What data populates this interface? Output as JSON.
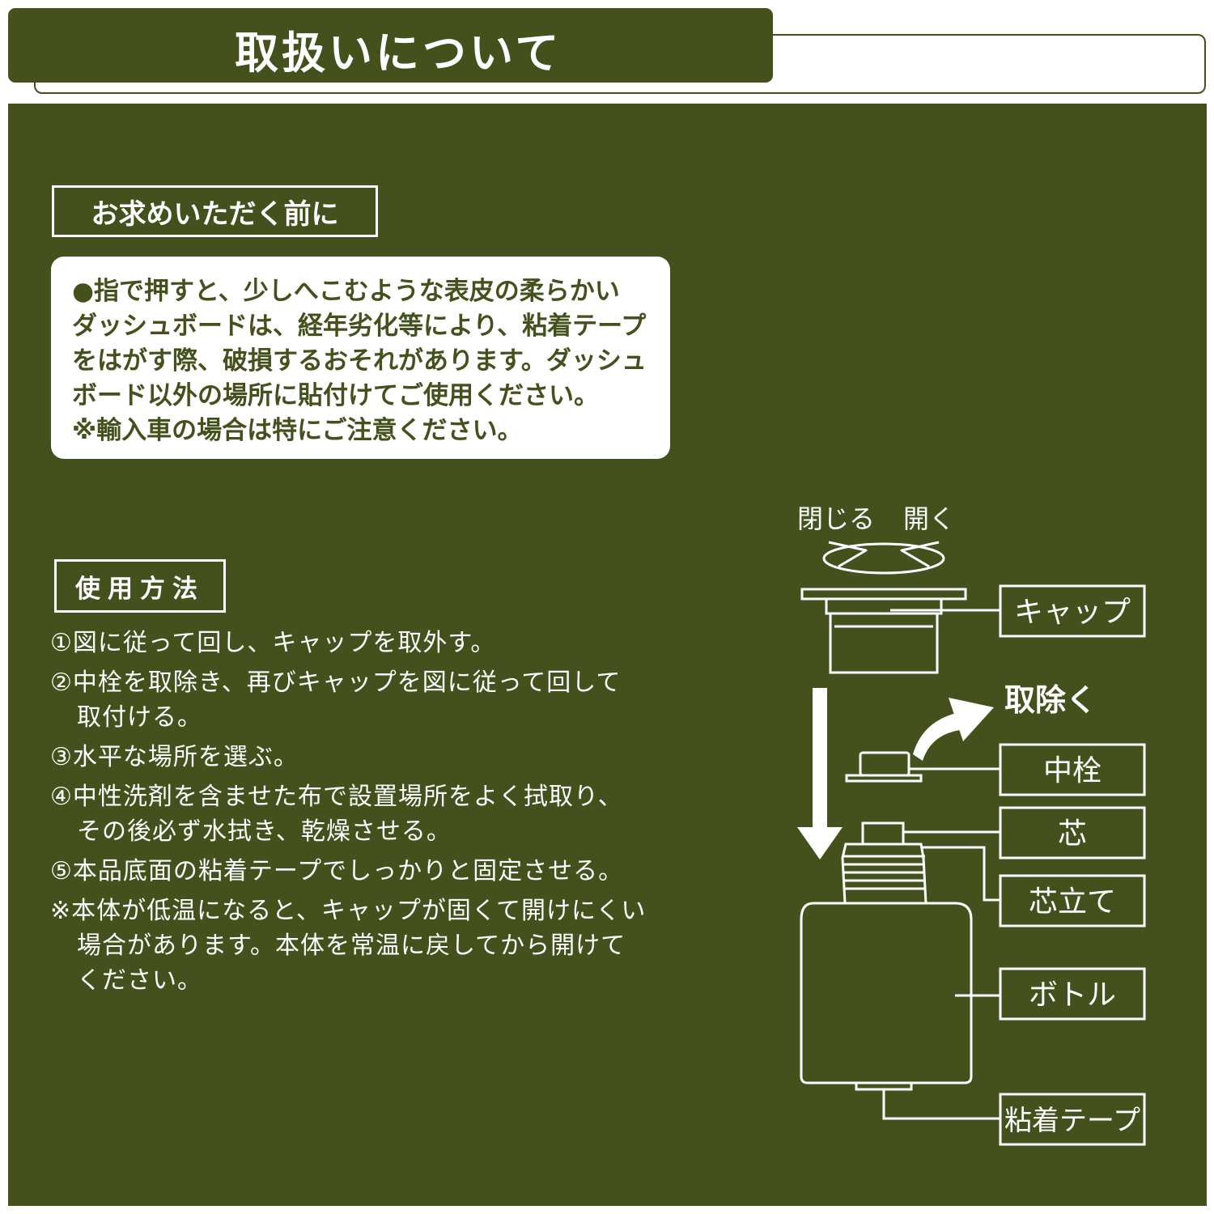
{
  "header": {
    "title": "取扱いについて"
  },
  "before_purchase": {
    "heading": "お求めいただく前に",
    "lines": [
      "●指で押すと、少しへこむような表皮の柔らかい",
      "ダッシュボードは、経年劣化等により、粘着テープ",
      "をはがす際、破損するおそれがあります。ダッシュ",
      "ボード以外の場所に貼付けてご使用ください。",
      "※輸入車の場合は特にご注意ください。"
    ]
  },
  "usage": {
    "heading": "使用方法",
    "steps": [
      "①図に従って回し、キャップを取外す。",
      "②中栓を取除き、再びキャップを図に従って回して\n取付ける。",
      "③水平な場所を選ぶ。",
      "④中性洗剤を含ませた布で設置場所をよく拭取り、\nその後必ず水拭き、乾燥させる。",
      "⑤本品底面の粘着テープでしっかりと固定させる。",
      "※本体が低温になると、キャップが固くて開けにくい\n場合があります。本体を常温に戻してから開けて\nください。"
    ]
  },
  "diagram": {
    "close_label": "閉じる",
    "open_label": "開く",
    "remove_label": "取除く",
    "parts": {
      "cap": "キャップ",
      "inner_plug": "中栓",
      "wick": "芯",
      "wick_holder": "芯立て",
      "bottle": "ボトル",
      "adhesive_tape": "粘着テープ"
    }
  },
  "colors": {
    "primary": "#44511d",
    "background": "#ffffff",
    "text_on_primary": "#ffffff"
  }
}
